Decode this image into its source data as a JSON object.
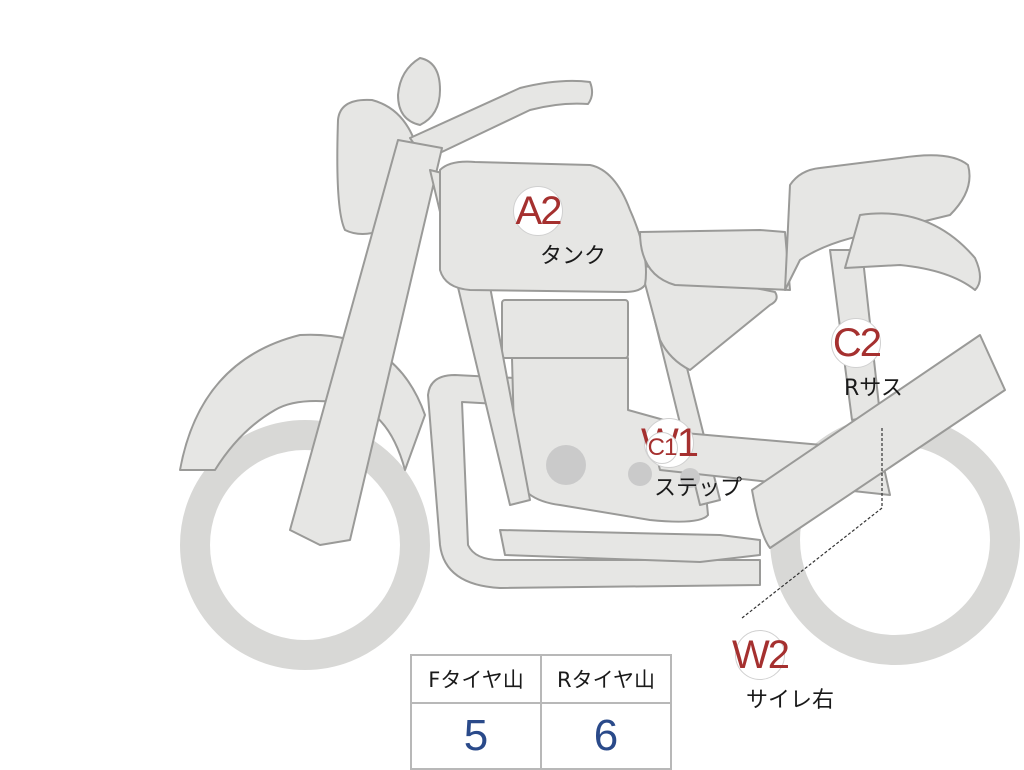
{
  "colors": {
    "body": "#e6e6e4",
    "outline": "#8a8a88",
    "engine_dark": "#cacaca",
    "marker_text": "#a5302f",
    "value_text": "#2a4a8a"
  },
  "callouts": [
    {
      "id": "a2",
      "code": "A2",
      "label": "タンク"
    },
    {
      "id": "c2",
      "code": "C2",
      "label": "Rサス"
    },
    {
      "id": "w1",
      "code": "W1",
      "label": "ステップ"
    },
    {
      "id": "c1",
      "code": "C1",
      "label": ""
    },
    {
      "id": "w2",
      "code": "W2",
      "label": "サイレ右"
    }
  ],
  "table": {
    "headers": [
      "Fタイヤ山",
      "Rタイヤ山"
    ],
    "values": [
      "5",
      "6"
    ]
  }
}
